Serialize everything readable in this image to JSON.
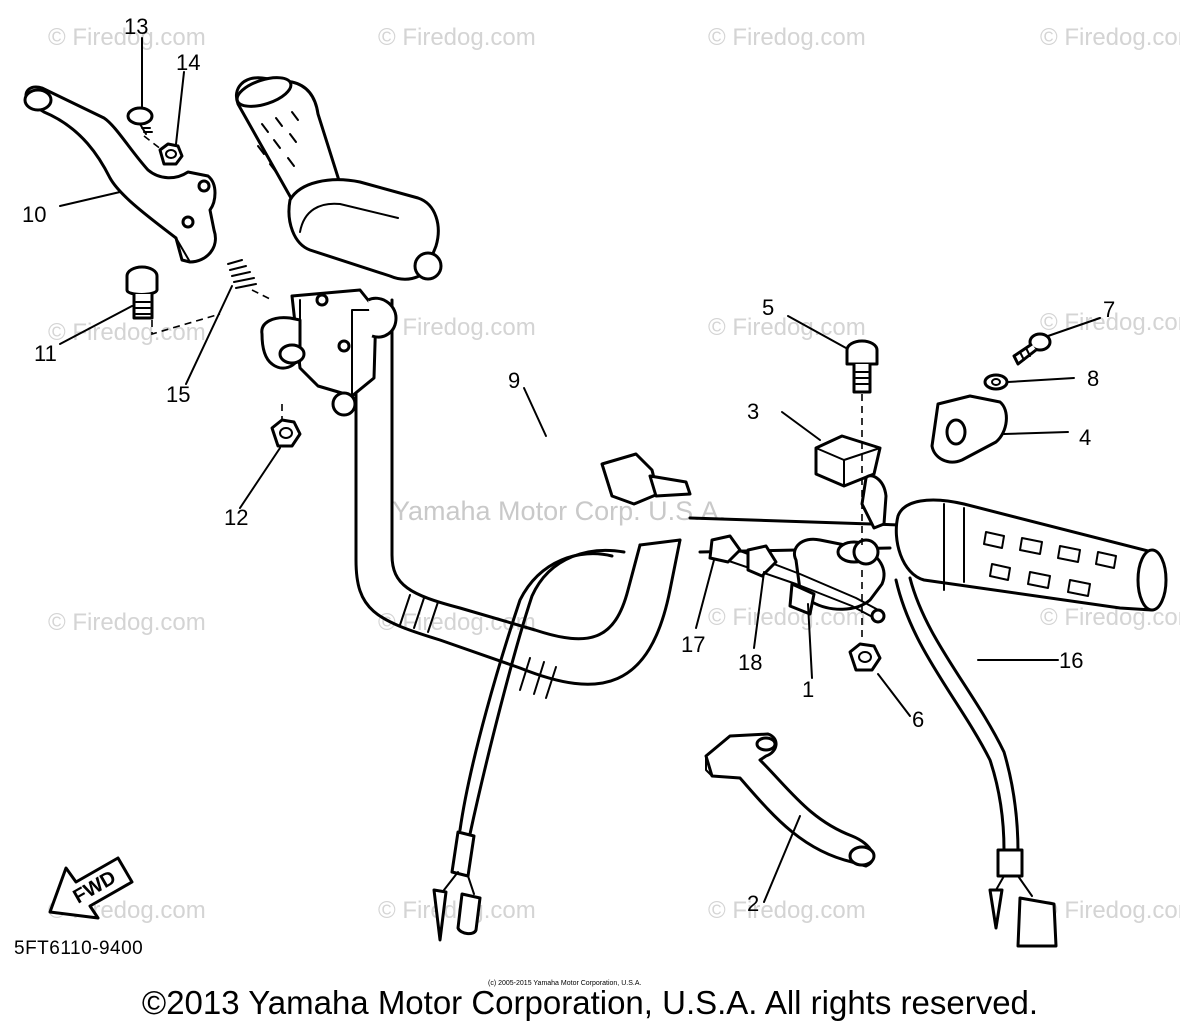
{
  "watermark": "© Firedog.com",
  "brand_watermark": "Yamaha Motor Corp. U.S.A.",
  "callouts": [
    "1",
    "2",
    "3",
    "4",
    "5",
    "6",
    "7",
    "8",
    "9",
    "10",
    "11",
    "12",
    "13",
    "14",
    "15",
    "16",
    "17",
    "18"
  ],
  "fwd_label": "FWD",
  "diagram_code": "5FT6110-9400",
  "small_credit": "(c) 2005-2015 Yamaha Motor Corporation, U.S.A.",
  "copyright": "©2013 Yamaha Motor Corporation, U.S.A. All rights reserved.",
  "colors": {
    "line": "#000000",
    "watermark": "#d4d4d4",
    "background": "#ffffff"
  }
}
